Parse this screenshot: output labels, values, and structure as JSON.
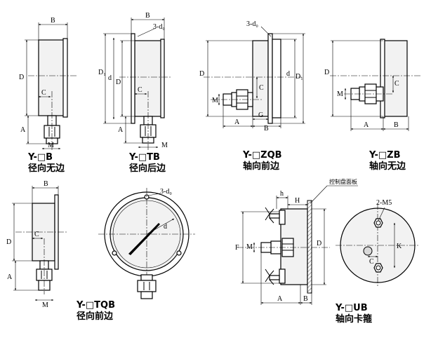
{
  "views": [
    {
      "code": "Y-□B",
      "name": "径向无边"
    },
    {
      "code": "Y-□TB",
      "name": "径向后边"
    },
    {
      "code": "Y-□ZQB",
      "name": "轴向前边"
    },
    {
      "code": "Y-□ZB",
      "name": "轴向无边"
    },
    {
      "code": "Y-□TQB",
      "name": "径向前边"
    },
    {
      "code": "Y-□UB",
      "name": "轴向卡箍"
    }
  ],
  "labels": {
    "A": "A",
    "B": "B",
    "C": "C",
    "D": "D",
    "D1": "D₁",
    "d": "d",
    "M": "M",
    "G": "G",
    "F": "F",
    "H": "H",
    "h": "h",
    "K": "K",
    "hole_3d0": "3-d₀",
    "hole_3d0_alt": "3-d₀",
    "screw_2m5": "2-M5",
    "panel": "控制盘面板"
  }
}
